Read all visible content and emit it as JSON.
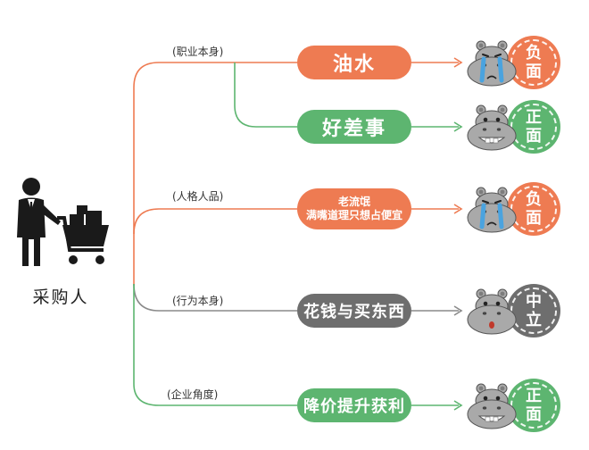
{
  "actor": {
    "label": "采购人",
    "icon": "shopper-with-cart-icon"
  },
  "colors": {
    "orange": "#EE7B52",
    "green": "#5DB570",
    "gray": "#6E6E6E",
    "hippo": "#A9A9A9"
  },
  "categories": [
    {
      "id": "job",
      "label": "(职业本身)"
    },
    {
      "id": "personality",
      "label": "(人格人品)"
    },
    {
      "id": "behavior",
      "label": "(行为本身)"
    },
    {
      "id": "company",
      "label": "(企业角度)"
    }
  ],
  "items": [
    {
      "label": "油水",
      "category": "job",
      "color": "orange",
      "verdict": {
        "label_top": "负",
        "label_bottom": "面",
        "color": "orange",
        "hippo": "crying-hippo-icon"
      }
    },
    {
      "label": "好差事",
      "category": "job",
      "color": "green",
      "verdict": {
        "label_top": "正",
        "label_bottom": "面",
        "color": "green",
        "hippo": "smiling-hippo-icon"
      }
    },
    {
      "label_line1": "老流氓",
      "label_line2": "满嘴道理只想占便宜",
      "category": "personality",
      "color": "orange",
      "verdict": {
        "label_top": "负",
        "label_bottom": "面",
        "color": "orange",
        "hippo": "crying-hippo-icon"
      }
    },
    {
      "label": "花钱与买东西",
      "category": "behavior",
      "color": "gray",
      "verdict": {
        "label_top": "中",
        "label_bottom": "立",
        "color": "gray",
        "hippo": "surprised-hippo-icon"
      }
    },
    {
      "label": "降价提升获利",
      "category": "company",
      "color": "green",
      "verdict": {
        "label_top": "正",
        "label_bottom": "面",
        "color": "green",
        "hippo": "smiling-hippo-icon"
      }
    }
  ]
}
